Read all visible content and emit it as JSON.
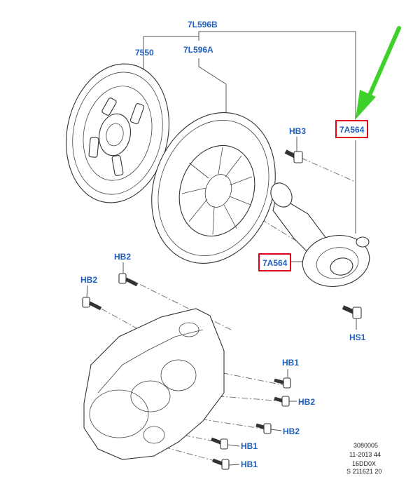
{
  "labels": {
    "top_group": "7L596B",
    "clutch_disc": "7550",
    "pressure_plate": "7L596A",
    "bolt_hb3": "HB3",
    "slave_top": "7A564",
    "slave_side": "7A564",
    "bolt_hb2_a": "HB2",
    "bolt_hb2_b": "HB2",
    "bolt_hs1": "HS1",
    "bolt_hb1_a": "HB1",
    "bolt_hb2_c": "HB2",
    "bolt_hb2_d": "HB2",
    "bolt_hb1_b": "HB1",
    "bolt_hb1_c": "HB1"
  },
  "reference": {
    "line1": "3080005",
    "line2": "11-2013 44",
    "line3": "16DD0X",
    "line4": "S 211621 20"
  },
  "colors": {
    "label_text": "#1f5fbf",
    "highlight_box": "#e0001a",
    "arrow": "#3ed12a",
    "linework": "#333333"
  }
}
